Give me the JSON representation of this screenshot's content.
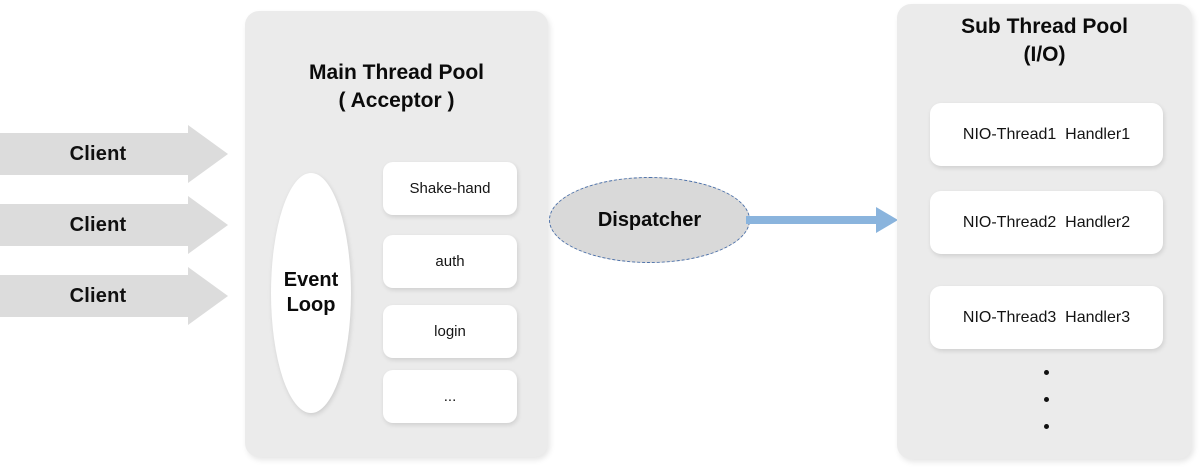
{
  "clients": [
    {
      "label": "Client"
    },
    {
      "label": "Client"
    },
    {
      "label": "Client"
    }
  ],
  "main_pool": {
    "title": "Main Thread Pool\n( Acceptor )",
    "event_loop_label": "Event\nLoop",
    "stages": [
      {
        "label": "Shake-hand"
      },
      {
        "label": "auth"
      },
      {
        "label": "login"
      },
      {
        "label": "..."
      }
    ]
  },
  "dispatcher": {
    "label": "Dispatcher"
  },
  "sub_pool": {
    "title": "Sub Thread Pool\n(I/O)",
    "handlers": [
      {
        "label": "NIO-Thread1  Handler1"
      },
      {
        "label": "NIO-Thread2  Handler2"
      },
      {
        "label": "NIO-Thread3  Handler3"
      }
    ],
    "ellipsis_dots": 3
  },
  "colors": {
    "panel_fill": "#ebebeb",
    "box_fill": "#ffffff",
    "arrow_fill": "#dcdcdc",
    "dispatcher_fill": "#d9d9d9",
    "dispatcher_border": "#4a6fa8",
    "flow_arrow": "#8ab4dd",
    "text": "#111111",
    "background": "#ffffff"
  }
}
